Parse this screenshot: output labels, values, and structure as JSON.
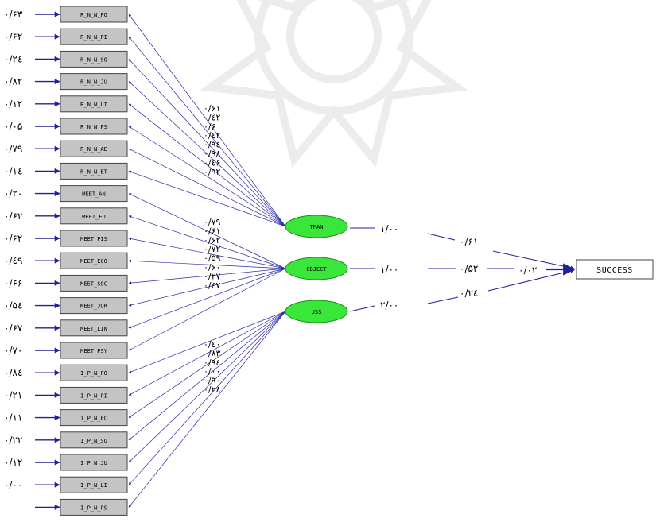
{
  "colors": {
    "box_fill": "#c4c4c4",
    "box_stroke": "#444444",
    "path_line": "#2a2aa8",
    "arrow_line": "#1f1fa0",
    "ellipse_fill": "#39e639",
    "ellipse_stroke": "#1f8f1f",
    "text": "#000000",
    "watermark": "#dcdcdc"
  },
  "indicators": [
    {
      "label": "R_N_N_FO",
      "error": "۰/۶۳"
    },
    {
      "label": "R_N_N_PI",
      "error": "۰/۶۲"
    },
    {
      "label": "R_N_N_SO",
      "error": "۰/۲٤"
    },
    {
      "label": "R_N_N_JU",
      "error": "۰/۸۲"
    },
    {
      "label": "R_N_N_LI",
      "error": "۰/۱۲"
    },
    {
      "label": "R_N_N_PS",
      "error": "۰/۰۵"
    },
    {
      "label": "R_N_N_AE",
      "error": "۰/۷۹"
    },
    {
      "label": "R_N_N_ET",
      "error": "۰/۱٤"
    },
    {
      "label": "MEET_AN",
      "error": "۰/۲۰"
    },
    {
      "label": "MEET_FO",
      "error": "۰/۶۲"
    },
    {
      "label": "MEET_PIS",
      "error": "۰/۶۲"
    },
    {
      "label": "MEET_ECO",
      "error": "۰/٤۹"
    },
    {
      "label": "MEET_SOC",
      "error": "۰/۶۶"
    },
    {
      "label": "MEET_JUR",
      "error": "۰/۵٤"
    },
    {
      "label": "MEET_LIN",
      "error": "۰/۶۷"
    },
    {
      "label": "MEET_PSY",
      "error": "۰/۷۰"
    },
    {
      "label": "I_P_N_FO",
      "error": "۰/۸٤"
    },
    {
      "label": "I_P_N_PI",
      "error": "۰/۲۱"
    },
    {
      "label": "I_P_N_EC",
      "error": "۰/۱۱"
    },
    {
      "label": "I_P_N_SO",
      "error": "۰/۲۲"
    },
    {
      "label": "I_P_N_JU",
      "error": "۰/۱۲"
    },
    {
      "label": "I_P_N_LI",
      "error": "۰/۰۰"
    },
    {
      "label": "I_P_N_PS",
      "error": ""
    }
  ],
  "loadings": {
    "group1": [
      "۰/۶۱",
      "۰/٤۲",
      "۰/۶",
      "۰/٤۲",
      "۰/۹٤",
      "۰/۹۸",
      "۰/٤۶",
      "۰/۹۲"
    ],
    "group2": [
      "۰/۷۹",
      "۰/۶۱",
      "۰/۶۲",
      "۰/۷۲",
      "۰/۵۹",
      "۰/۶۰",
      "۰/۲۷",
      "۰/٤۷"
    ],
    "group3": [
      "۰/٤۰",
      "۰/۸۳",
      "۰/۹٤",
      "۰/۰۰",
      "۰/۹۰",
      "۰/۲۸"
    ]
  },
  "latents": [
    {
      "label": "TMAN",
      "variance": "۱/۰۰",
      "path": "۰/۶۱"
    },
    {
      "label": "OBJECT",
      "variance": "۱/۰۰",
      "path": "۰/۵۲"
    },
    {
      "label": "USS",
      "variance": "۲/۰۰",
      "path": "۰/۲٤"
    }
  ],
  "outcome": {
    "label": "SUCCESS",
    "error": "۰/۰۲"
  }
}
